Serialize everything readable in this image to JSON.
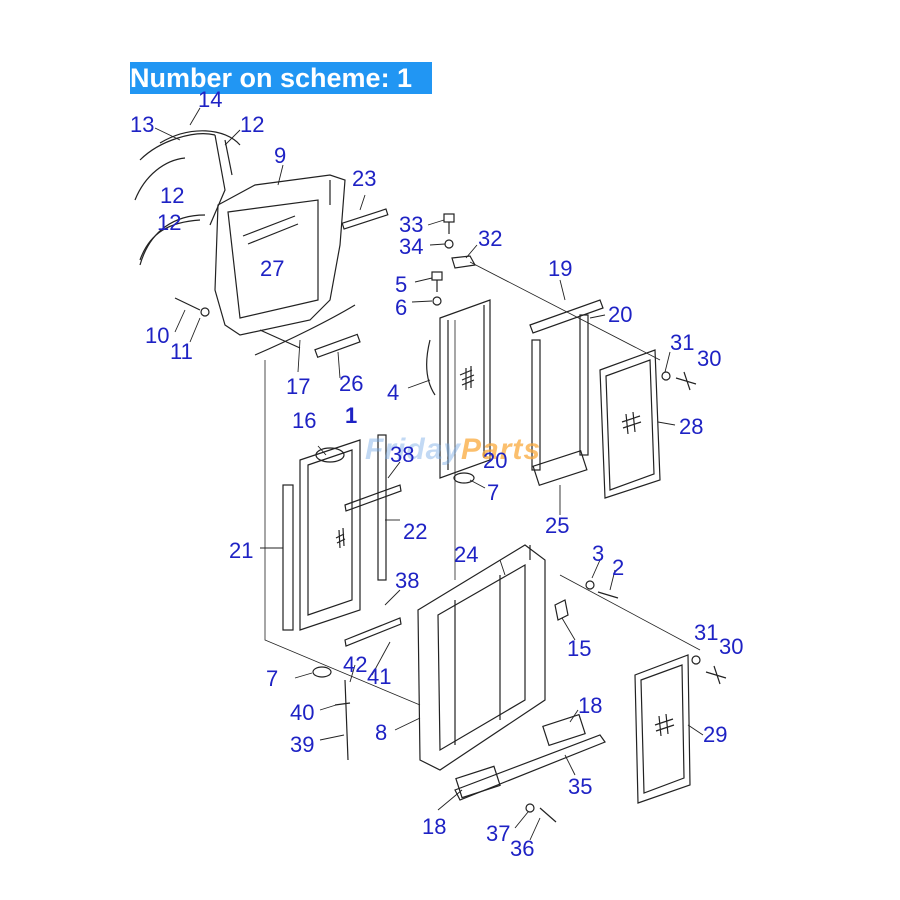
{
  "header": {
    "banner_text": "Number on scheme: 1"
  },
  "watermark": {
    "part1": "Friday",
    "part2": "Parts"
  },
  "labels": {
    "l1": "1",
    "l2": "2",
    "l3": "3",
    "l4": "4",
    "l5": "5",
    "l6": "6",
    "l7a": "7",
    "l7b": "7",
    "l8": "8",
    "l9": "9",
    "l10": "10",
    "l11": "11",
    "l12a": "12",
    "l12b": "12",
    "l12c": "12",
    "l13": "13",
    "l14": "14",
    "l15": "15",
    "l16": "16",
    "l17": "17",
    "l18a": "18",
    "l18b": "18",
    "l19": "19",
    "l20a": "20",
    "l20b": "20",
    "l21": "21",
    "l22": "22",
    "l23": "23",
    "l24": "24",
    "l25": "25",
    "l26": "26",
    "l27": "27",
    "l28": "28",
    "l29": "29",
    "l30a": "30",
    "l30b": "30",
    "l31a": "31",
    "l31b": "31",
    "l32": "32",
    "l33": "33",
    "l34": "34",
    "l35": "35",
    "l36": "36",
    "l37": "37",
    "l38a": "38",
    "l38b": "38",
    "l39": "39",
    "l40": "40",
    "l41": "41",
    "l42": "42"
  },
  "colors": {
    "banner": "#2196f3",
    "label": "#1e22c4",
    "line": "#222222"
  }
}
